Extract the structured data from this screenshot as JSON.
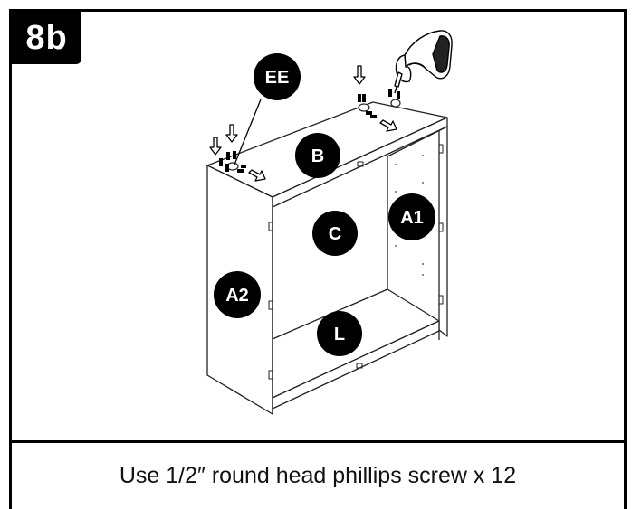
{
  "step": {
    "number": "8b"
  },
  "labels": {
    "ee": "EE",
    "b": "B",
    "c": "C",
    "a1": "A1",
    "a2": "A2",
    "l": "L"
  },
  "caption": "Use 1/2″ round head phillips screw x 12",
  "icons": {
    "tool": "power-screwdriver-icon",
    "arrows": "down-arrow-icon"
  },
  "colors": {
    "ink": "#000000",
    "paper": "#ffffff"
  }
}
